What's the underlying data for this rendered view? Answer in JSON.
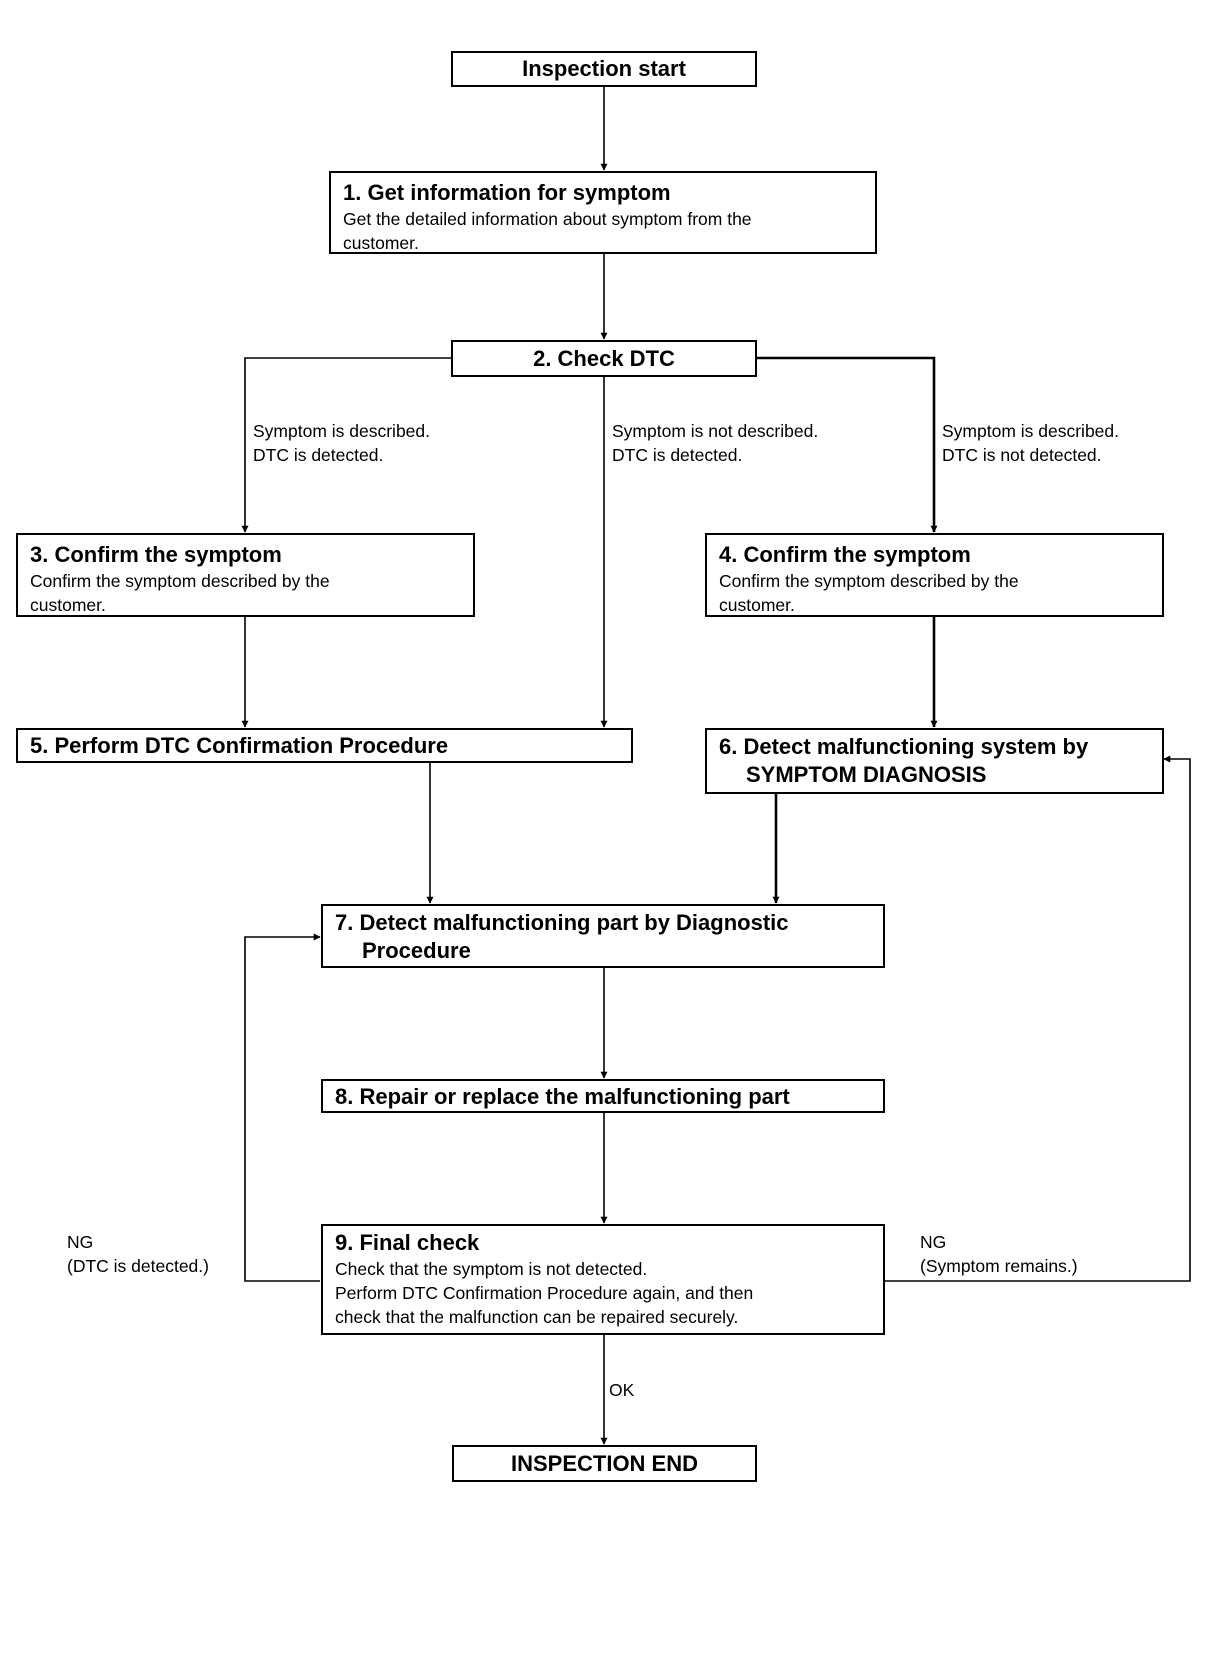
{
  "start": "Inspection start",
  "step1": {
    "title": "1. Get information for symptom",
    "line1": "Get the detailed information about symptom from the",
    "line2": "customer."
  },
  "step2": {
    "title": "2. Check DTC"
  },
  "branch": {
    "left": {
      "line1": "Symptom is described.",
      "line2": "DTC is detected."
    },
    "middle": {
      "line1": "Symptom is not described.",
      "line2": "DTC is detected."
    },
    "right": {
      "line1": "Symptom is described.",
      "line2": "DTC is not detected."
    }
  },
  "step3": {
    "title": "3. Confirm the symptom",
    "line1": "Confirm the symptom described by the",
    "line2": "customer."
  },
  "step4": {
    "title": "4. Confirm the symptom",
    "line1": "Confirm the symptom described by the",
    "line2": "customer."
  },
  "step5": {
    "title": "5. Perform DTC Confirmation Procedure"
  },
  "step6": {
    "title_line1": "6. Detect malfunctioning system by",
    "title_line2": "SYMPTOM DIAGNOSIS"
  },
  "step7": {
    "title_line1": "7. Detect malfunctioning part by Diagnostic",
    "title_line2": "Procedure"
  },
  "step8": {
    "title": "8. Repair or replace the malfunctioning part"
  },
  "step9": {
    "title": "9. Final check",
    "line1": "Check that the symptom is not detected.",
    "line2": "Perform DTC Confirmation Procedure again, and then",
    "line3": "check that the malfunction can be repaired securely."
  },
  "ng_left": {
    "line1": "NG",
    "line2": "(DTC is detected.)"
  },
  "ng_right": {
    "line1": "NG",
    "line2": "(Symptom remains.)"
  },
  "ok": "OK",
  "end": "INSPECTION END"
}
